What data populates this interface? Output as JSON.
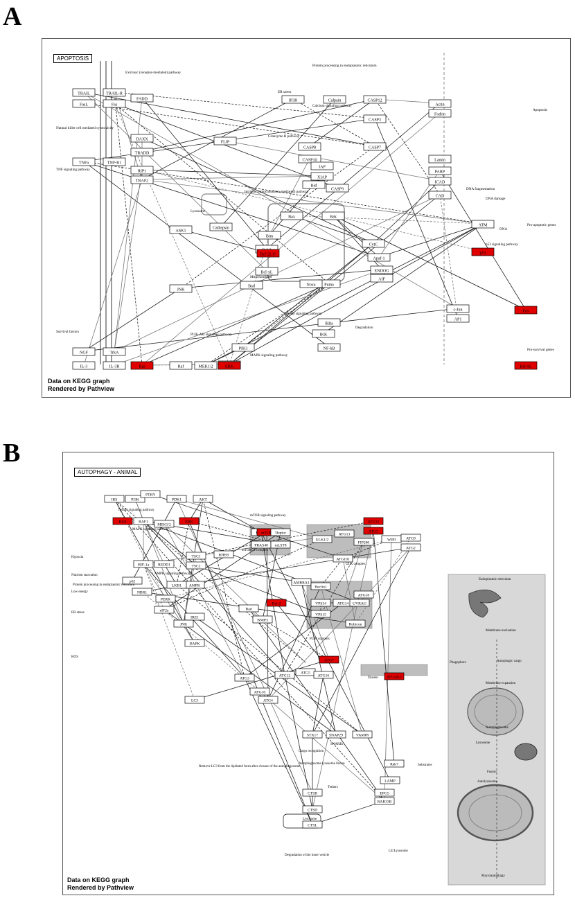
{
  "panel_a": {
    "letter": "A",
    "pathway_title": "APOPTOSIS",
    "credit_line1": "Data on KEGG graph",
    "credit_line2": "Rendered by Pathview",
    "nodes": [
      {
        "label": "TRAIL",
        "hl": false
      },
      {
        "label": "TRAIL-R",
        "hl": false
      },
      {
        "label": "FasL",
        "hl": false
      },
      {
        "label": "Fas",
        "hl": false
      },
      {
        "label": "FADD",
        "hl": false
      },
      {
        "label": "TRAF2",
        "hl": false
      },
      {
        "label": "Bid",
        "hl": false
      },
      {
        "label": "Bax",
        "hl": false
      },
      {
        "label": "Bak",
        "hl": false
      },
      {
        "label": "CASP3",
        "hl": false
      },
      {
        "label": "CASP7",
        "hl": false
      },
      {
        "label": "CASP9",
        "hl": false
      },
      {
        "label": "CASP8",
        "hl": false
      },
      {
        "label": "CASP10",
        "hl": false
      },
      {
        "label": "Apaf-1",
        "hl": false
      },
      {
        "label": "CytC",
        "hl": false
      },
      {
        "label": "ICAD",
        "hl": false
      },
      {
        "label": "CAD",
        "hl": false
      },
      {
        "label": "PARP",
        "hl": false
      },
      {
        "label": "Lamin",
        "hl": false
      },
      {
        "label": "Actin",
        "hl": false
      },
      {
        "label": "Fodrin",
        "hl": false
      },
      {
        "label": "Bcl-2",
        "hl": false
      },
      {
        "label": "Bcl-xL",
        "hl": false
      },
      {
        "label": "Bad",
        "hl": false
      },
      {
        "label": "Bim",
        "hl": false
      },
      {
        "label": "Puma",
        "hl": false
      },
      {
        "label": "Noxa",
        "hl": false
      },
      {
        "label": "ATM",
        "hl": false
      },
      {
        "label": "p53",
        "hl": true
      },
      {
        "label": "PIK3",
        "hl": false
      },
      {
        "label": "Akt",
        "hl": false
      },
      {
        "label": "IKK",
        "hl": false
      },
      {
        "label": "IkBa",
        "hl": false
      },
      {
        "label": "NF-kB",
        "hl": false
      },
      {
        "label": "Ras",
        "hl": true
      },
      {
        "label": "Raf",
        "hl": false
      },
      {
        "label": "MEK1/2",
        "hl": false
      },
      {
        "label": "ERK",
        "hl": true
      },
      {
        "label": "IL-3",
        "hl": false
      },
      {
        "label": "IL-3R",
        "hl": false
      },
      {
        "label": "NGF",
        "hl": false
      },
      {
        "label": "TrkA",
        "hl": false
      },
      {
        "label": "JNK",
        "hl": false
      },
      {
        "label": "ASK1",
        "hl": false
      },
      {
        "label": "Bcl-2L11",
        "hl": true
      },
      {
        "label": "AIF",
        "hl": false
      },
      {
        "label": "ENDOG",
        "hl": false
      },
      {
        "label": "c-Jun",
        "hl": false
      },
      {
        "label": "AP1",
        "hl": false
      },
      {
        "label": "Fos",
        "hl": true
      },
      {
        "label": "Bcl-xL",
        "hl": true
      },
      {
        "label": "TNF-R1",
        "hl": false
      },
      {
        "label": "TNFa",
        "hl": false
      },
      {
        "label": "TRADD",
        "hl": false
      },
      {
        "label": "RIP1",
        "hl": false
      },
      {
        "label": "DAXX",
        "hl": false
      },
      {
        "label": "FLIP",
        "hl": false
      },
      {
        "label": "IAP",
        "hl": false
      },
      {
        "label": "XIAP",
        "hl": false
      },
      {
        "label": "Cathepsin",
        "hl": false
      },
      {
        "label": "CASP12",
        "hl": false
      },
      {
        "label": "Calpain",
        "hl": false
      },
      {
        "label": "IP3R",
        "hl": false
      }
    ],
    "notes": [
      "Extrinsic (receptor-mediated) pathway",
      "Intrinsic (mitochondrion-mediated) pathway",
      "Granzyme B pathway",
      "ER stress",
      "Protein processing in endoplasmic reticulum",
      "Calcium signaling pathway",
      "Lysosome",
      "Mitochondrion",
      "Pro-apoptotic genes",
      "Pro-survival genes",
      "DNA damage",
      "p53 signaling pathway",
      "PI3K-Akt signaling pathway",
      "NF-kB signaling pathway",
      "MAPK signaling pathway",
      "Apoptosis",
      "DNA fragmentation",
      "Degradation",
      "TNF signaling pathway",
      "Natural killer cell mediated cytotoxicity",
      "Survival factors",
      "DNA"
    ]
  },
  "panel_b": {
    "letter": "B",
    "pathway_title": "AUTOPHAGY - ANIMAL",
    "credit_line1": "Data on KEGG graph",
    "credit_line2": "Rendered by Pathview",
    "nodes": [
      {
        "label": "IRS",
        "hl": false
      },
      {
        "label": "PI3K",
        "hl": false
      },
      {
        "label": "PTEN",
        "hl": false
      },
      {
        "label": "PDK1",
        "hl": false
      },
      {
        "label": "AKT",
        "hl": false
      },
      {
        "label": "RAS",
        "hl": true
      },
      {
        "label": "RAF1",
        "hl": false
      },
      {
        "label": "MEK1/2",
        "hl": false
      },
      {
        "label": "ERK",
        "hl": true
      },
      {
        "label": "TSC1",
        "hl": false
      },
      {
        "label": "TSC2",
        "hl": false
      },
      {
        "label": "RHEB",
        "hl": false
      },
      {
        "label": "Raptor",
        "hl": false
      },
      {
        "label": "mTOR",
        "hl": true
      },
      {
        "label": "Deptor",
        "hl": false
      },
      {
        "label": "PRAS40",
        "hl": false
      },
      {
        "label": "mLST8",
        "hl": false
      },
      {
        "label": "ULK1/2",
        "hl": false
      },
      {
        "label": "ATG13",
        "hl": false
      },
      {
        "label": "FIP200",
        "hl": false
      },
      {
        "label": "ATG101",
        "hl": false
      },
      {
        "label": "AMBRA1",
        "hl": false
      },
      {
        "label": "Beclin1",
        "hl": false
      },
      {
        "label": "VPS34",
        "hl": false
      },
      {
        "label": "VPS15",
        "hl": false
      },
      {
        "label": "ATG14",
        "hl": false
      },
      {
        "label": "UVRAG",
        "hl": false
      },
      {
        "label": "Rubicon",
        "hl": false
      },
      {
        "label": "WIPI",
        "hl": false
      },
      {
        "label": "ATG9",
        "hl": false
      },
      {
        "label": "ATG2",
        "hl": false
      },
      {
        "label": "ATG18",
        "hl": false
      },
      {
        "label": "ATG5",
        "hl": false
      },
      {
        "label": "ATG12",
        "hl": false
      },
      {
        "label": "ATG16",
        "hl": false
      },
      {
        "label": "ATG7",
        "hl": true
      },
      {
        "label": "ATG3",
        "hl": false
      },
      {
        "label": "ATG10",
        "hl": false
      },
      {
        "label": "ATG4",
        "hl": false
      },
      {
        "label": "LC3",
        "hl": false
      },
      {
        "label": "Bcl-2",
        "hl": true
      },
      {
        "label": "Bad",
        "hl": false
      },
      {
        "label": "BNIP3",
        "hl": false
      },
      {
        "label": "AMPK",
        "hl": false
      },
      {
        "label": "LKB1",
        "hl": false
      },
      {
        "label": "PERK",
        "hl": false
      },
      {
        "label": "eIF2a",
        "hl": false
      },
      {
        "label": "IRE1",
        "hl": false
      },
      {
        "label": "JNK",
        "hl": false
      },
      {
        "label": "DAPK",
        "hl": false
      },
      {
        "label": "HIF-1a",
        "hl": false
      },
      {
        "label": "REDD1",
        "hl": false
      },
      {
        "label": "p62",
        "hl": false
      },
      {
        "label": "NBR1",
        "hl": false
      },
      {
        "label": "STX17",
        "hl": false
      },
      {
        "label": "SNAP29",
        "hl": false
      },
      {
        "label": "VAMP8",
        "hl": false
      },
      {
        "label": "Rab7",
        "hl": false
      },
      {
        "label": "LAMP",
        "hl": false
      },
      {
        "label": "CTSB",
        "hl": false
      },
      {
        "label": "CTSD",
        "hl": false
      },
      {
        "label": "CTSL",
        "hl": false
      },
      {
        "label": "EPG5",
        "hl": false
      },
      {
        "label": "RAB33B",
        "hl": false
      },
      {
        "label": "ATG12",
        "hl": true
      },
      {
        "label": "ATG5",
        "hl": true
      },
      {
        "label": "ATG16L1",
        "hl": true
      }
    ],
    "notes": [
      "Insulin signaling pathway",
      "MAPK signaling pathway",
      "mTOR signaling pathway",
      "AMPK signaling pathway",
      "Protein processing in endoplasmic reticulum",
      "Hypoxia",
      "Nutrient starvation",
      "Low energy",
      "ER stress",
      "ROS",
      "ULK complex",
      "PI3K complex",
      "mTORC1 complex",
      "Membrane nucleation",
      "Membrane expansion",
      "Phagophore",
      "Autophagosome",
      "Autolysosome",
      "Lysosome",
      "Fusion",
      "Endoplasmic reticulum",
      "Macroautophagy",
      "Cargo recognition",
      "Autophagosome lysosome fusion",
      "SNAREs",
      "Tethers",
      "Lysosome",
      "Degradation of the inner vesicle",
      "Remove LC3 from the lipidated form after closure of the autophagosome",
      "Autophagic cargo",
      "LE/Lysosome",
      "Substrates",
      "Dynein"
    ]
  }
}
